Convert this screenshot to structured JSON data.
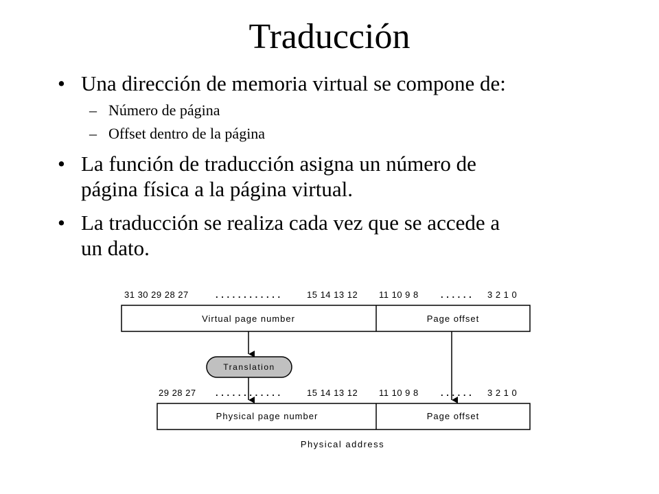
{
  "title": "Traducción",
  "bullets": {
    "b1": "Una dirección de memoria virtual se compone de:",
    "b1_sub1": "Número de página",
    "b1_sub2": "Offset dentro de la página",
    "b2_line1": "La función de traducción asigna un número de",
    "b2_line2": "página física a la página virtual.",
    "b3_line1": "La traducción se realiza cada vez que se accede a",
    "b3_line2": "un dato.",
    "bullet_glyph": "•",
    "dash_glyph": "–"
  },
  "diagram": {
    "virtual": {
      "bits_high": "31 30 29 28 27",
      "dots_left": ". . . . . . . . . . . .",
      "bits_mid": "15 14 13 12",
      "bits_offset": "11 10 9 8",
      "dots_right": ". . . . . .",
      "bits_low": "3 2 1 0",
      "page_number_label": "Virtual page number",
      "offset_label": "Page offset"
    },
    "translation_label": "Translation",
    "physical": {
      "bits_high": "29 28 27",
      "dots_left": ". . . . . . . . . . . .",
      "bits_mid": "15 14 13 12",
      "bits_offset": "11 10 9 8",
      "dots_right": ". . . . . .",
      "bits_low": "3 2 1 0",
      "page_number_label": "Physical page number",
      "offset_label": "Page offset",
      "caption": "Physical address"
    },
    "colors": {
      "translation_fill": "#c0c0c0",
      "stroke": "#000000"
    }
  }
}
